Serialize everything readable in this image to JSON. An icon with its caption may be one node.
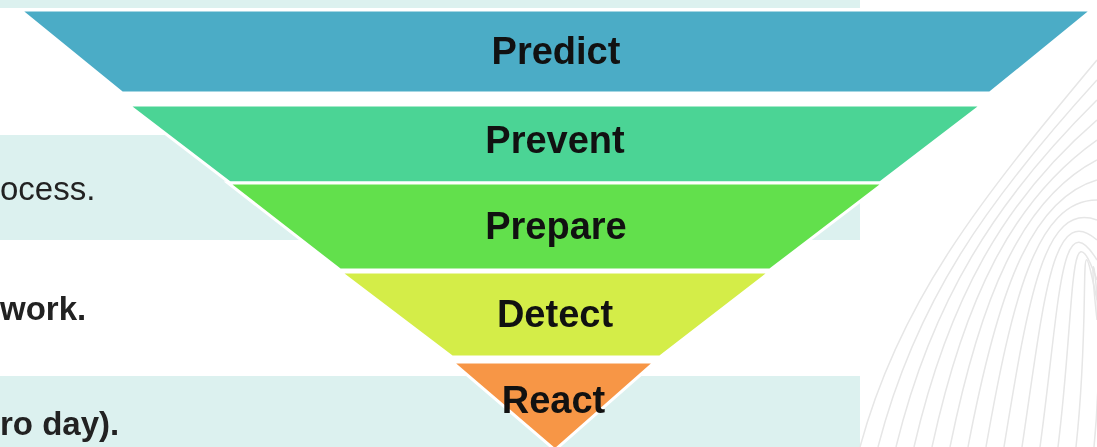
{
  "diagram": {
    "nodes": [
      {
        "text": [
          "Predict"
        ]
      },
      {
        "text": [
          "Prevent"
        ]
      },
      {
        "text": [
          "Prepare"
        ]
      },
      {
        "text": [
          "Detect"
        ]
      },
      {
        "text": [
          "React"
        ]
      }
    ],
    "labels": [
      "ocess.",
      "work.",
      "ro day)."
    ]
  }
}
